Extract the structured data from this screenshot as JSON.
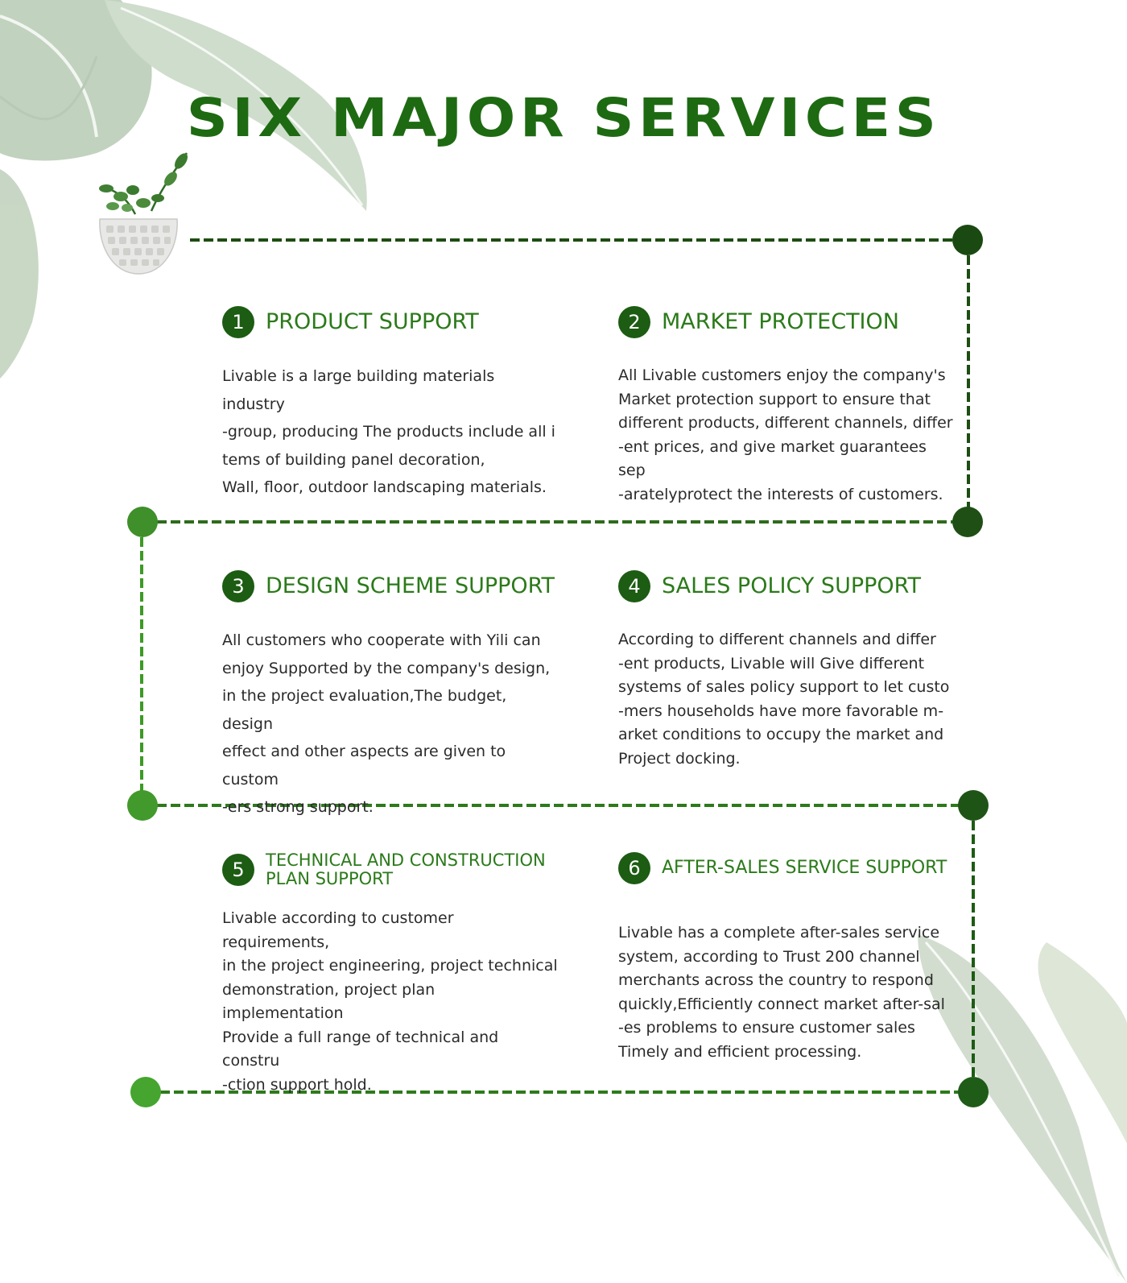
{
  "page": {
    "title": "SIX MAJOR SERVICES"
  },
  "services": [
    {
      "number": "1",
      "title": "PRODUCT SUPPORT",
      "body": "Livable is a large building materials industry\n-group, producing The products include all i\ntems of building panel decoration,\nWall, floor, outdoor landscaping materials."
    },
    {
      "number": "2",
      "title": "MARKET PROTECTION",
      "body": "All Livable customers enjoy the company's\nMarket protection support to ensure that\ndifferent products, different channels, differ\n-ent prices, and give market guarantees sep\n-aratelyprotect the interests of customers."
    },
    {
      "number": "3",
      "title": "DESIGN SCHEME SUPPORT",
      "body": "All customers who cooperate with Yili can\nenjoy Supported by the company's design,\nin the project evaluation,The budget, design\neffect and other aspects are given to custom\n-ers strong support."
    },
    {
      "number": "4",
      "title": "SALES POLICY SUPPORT",
      "body": "According to different channels and differ\n-ent products, Livable will Give different\nsystems of sales policy support to let custo\n-mers households have more favorable m-\narket conditions to occupy the market and\nProject docking."
    },
    {
      "number": "5",
      "title": "TECHNICAL AND CONSTRUCTION\nPLAN SUPPORT",
      "body": "Livable according to customer requirements,\n in the project engineering, project technical\ndemonstration, project plan implementation\nProvide a full range of technical and constru\n-ction support hold."
    },
    {
      "number": "6",
      "title": "AFTER-SALES SERVICE SUPPORT",
      "body": "Livable has a complete after-sales service\nsystem, according to Trust 200 channel\nmerchants across the country to respond\nquickly,Efficiently connect market after-sal\n-es problems to ensure customer sales\nTimely and efficient processing."
    }
  ],
  "colors": {
    "title": "#1e6a12",
    "heading": "#2b7a1a",
    "number_bg": "#1d5c13",
    "body_text": "#2a2a2a",
    "line_dark": "#1d4d13",
    "line_light": "#3e9a26",
    "leaf": "#9fb89a"
  }
}
